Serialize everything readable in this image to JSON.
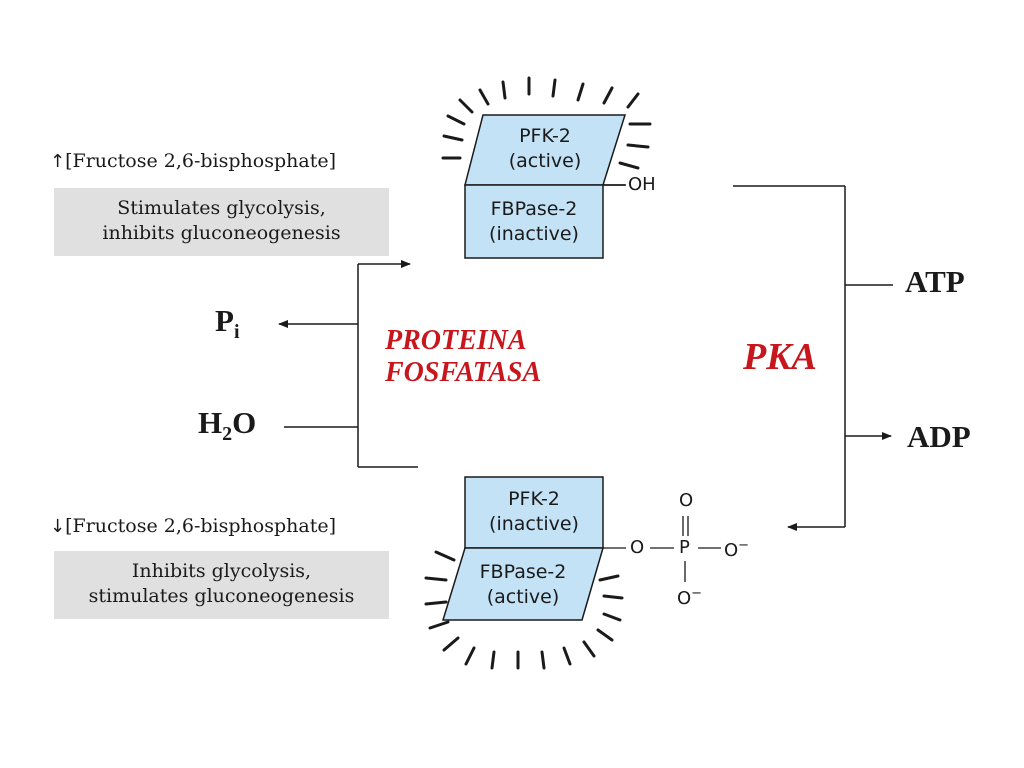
{
  "top_panel": {
    "fructose_label": "[Fructose 2,6-bisphosphate]",
    "effect_line1": "Stimulates glycolysis,",
    "effect_line2": "inhibits gluconeogenesis"
  },
  "bottom_panel": {
    "fructose_label": "[Fructose 2,6-bisphosphate]",
    "effect_line1": "Inhibits glycolysis,",
    "effect_line2": "stimulates gluconeogenesis"
  },
  "top_enzyme": {
    "pfk_name": "PFK-2",
    "pfk_state": "(active)",
    "fbp_name": "FBPase-2",
    "fbp_state": "(inactive)",
    "group": "OH"
  },
  "bottom_enzyme": {
    "pfk_name": "PFK-2",
    "pfk_state": "(inactive)",
    "fbp_name": "FBPase-2",
    "fbp_state": "(active)",
    "phosphate": {
      "o_top": "O",
      "o_left": "O",
      "p": "P",
      "o_right": "O",
      "o_right_charge": "−",
      "o_bottom": "O",
      "o_bottom_charge": "−"
    }
  },
  "phosphatase": {
    "line1": "PROTEINA",
    "line2": "FOSFATASA",
    "pi": {
      "base": "P",
      "sub": "i"
    },
    "water": {
      "pre": "H",
      "sub": "2",
      "post": "O"
    }
  },
  "kinase": {
    "name": "PKA",
    "atp": "ATP",
    "adp": "ADP"
  },
  "icons": {
    "up": "arrow-up-icon",
    "down": "arrow-down-icon"
  },
  "colors": {
    "enzyme_fill": "#c4e2f5",
    "panel_fill": "#e0e0e0",
    "enzyme_label_red": "#c8161d"
  }
}
